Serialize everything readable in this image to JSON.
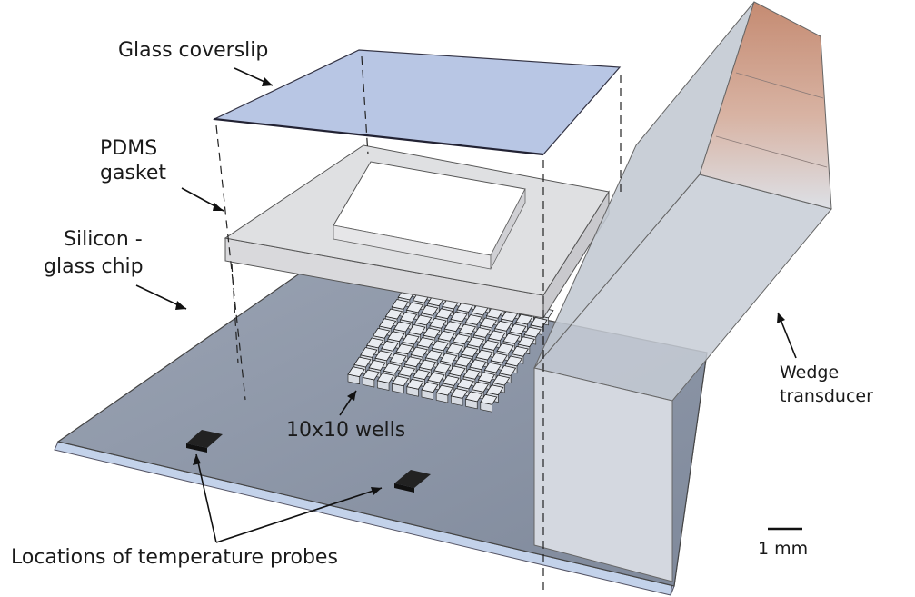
{
  "labels": {
    "glass_coverslip": "Glass coverslip",
    "pdms_line1": "PDMS",
    "pdms_line2": "gasket",
    "silicon_line1": "Silicon -",
    "silicon_line2": "glass chip",
    "wells": "10x10 wells",
    "wedge_line1": "Wedge",
    "wedge_line2": "transducer",
    "probes": "Locations of temperature probes",
    "scale": "1 mm"
  },
  "well_grid": {
    "rows": 10,
    "cols": 10
  },
  "colors": {
    "coverslip": "#b7c6e3",
    "chip_top": "#8d97a8",
    "chip_edge": "#c5d3ea",
    "gasket": "#d8d8da",
    "wedge": "#c9cfd8",
    "wedge_face": "#c99680"
  }
}
